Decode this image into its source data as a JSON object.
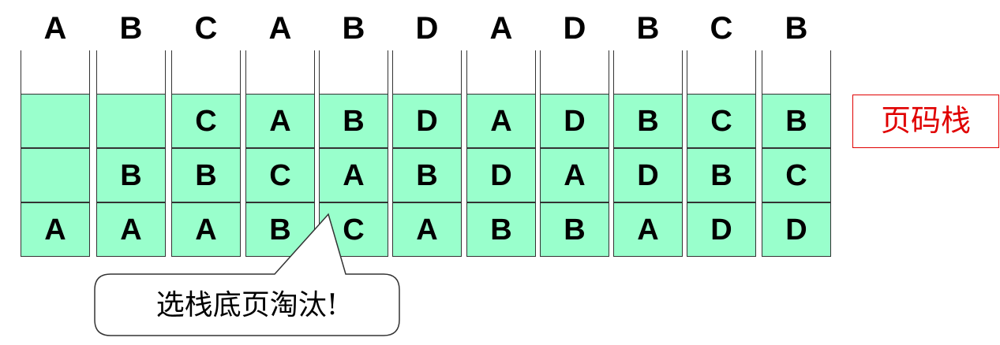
{
  "reference_string": [
    "A",
    "B",
    "C",
    "A",
    "B",
    "D",
    "A",
    "D",
    "B",
    "C",
    "B"
  ],
  "stack_columns": [
    [
      "",
      "",
      "A"
    ],
    [
      "",
      "B",
      "A"
    ],
    [
      "C",
      "B",
      "A"
    ],
    [
      "A",
      "C",
      "B"
    ],
    [
      "B",
      "A",
      "C"
    ],
    [
      "D",
      "B",
      "A"
    ],
    [
      "A",
      "D",
      "B"
    ],
    [
      "D",
      "A",
      "B"
    ],
    [
      "B",
      "D",
      "A"
    ],
    [
      "C",
      "B",
      "D"
    ],
    [
      "B",
      "C",
      "D"
    ]
  ],
  "stack_label": "页码栈",
  "callout_text": "选栈底页淘汰!",
  "colors": {
    "cell_fill": "#99ffcc",
    "label_red": "#e00000"
  }
}
